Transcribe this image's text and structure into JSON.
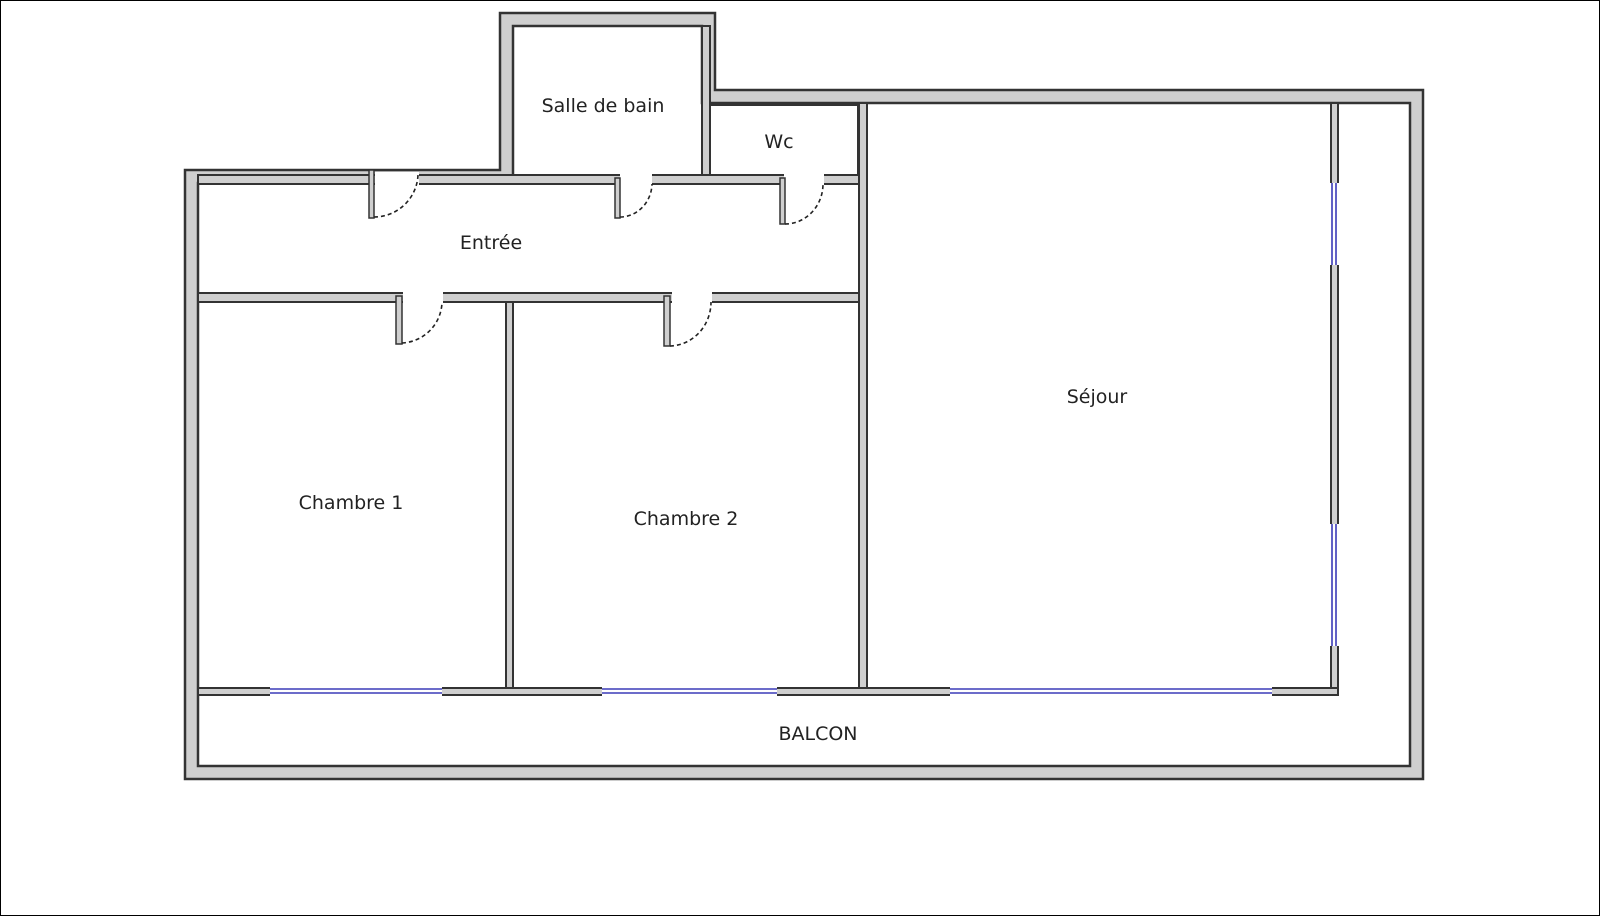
{
  "rooms": {
    "salle_de_bain": "Salle de bain",
    "wc": "Wc",
    "entree": "Entrée",
    "sejour": "Séjour",
    "chambre1": "Chambre 1",
    "chambre2": "Chambre 2",
    "balcon": "BALCON"
  },
  "colors": {
    "wall_fill": "#cfcfcf",
    "wall_stroke": "#333333",
    "window": "#3b3bb8"
  }
}
